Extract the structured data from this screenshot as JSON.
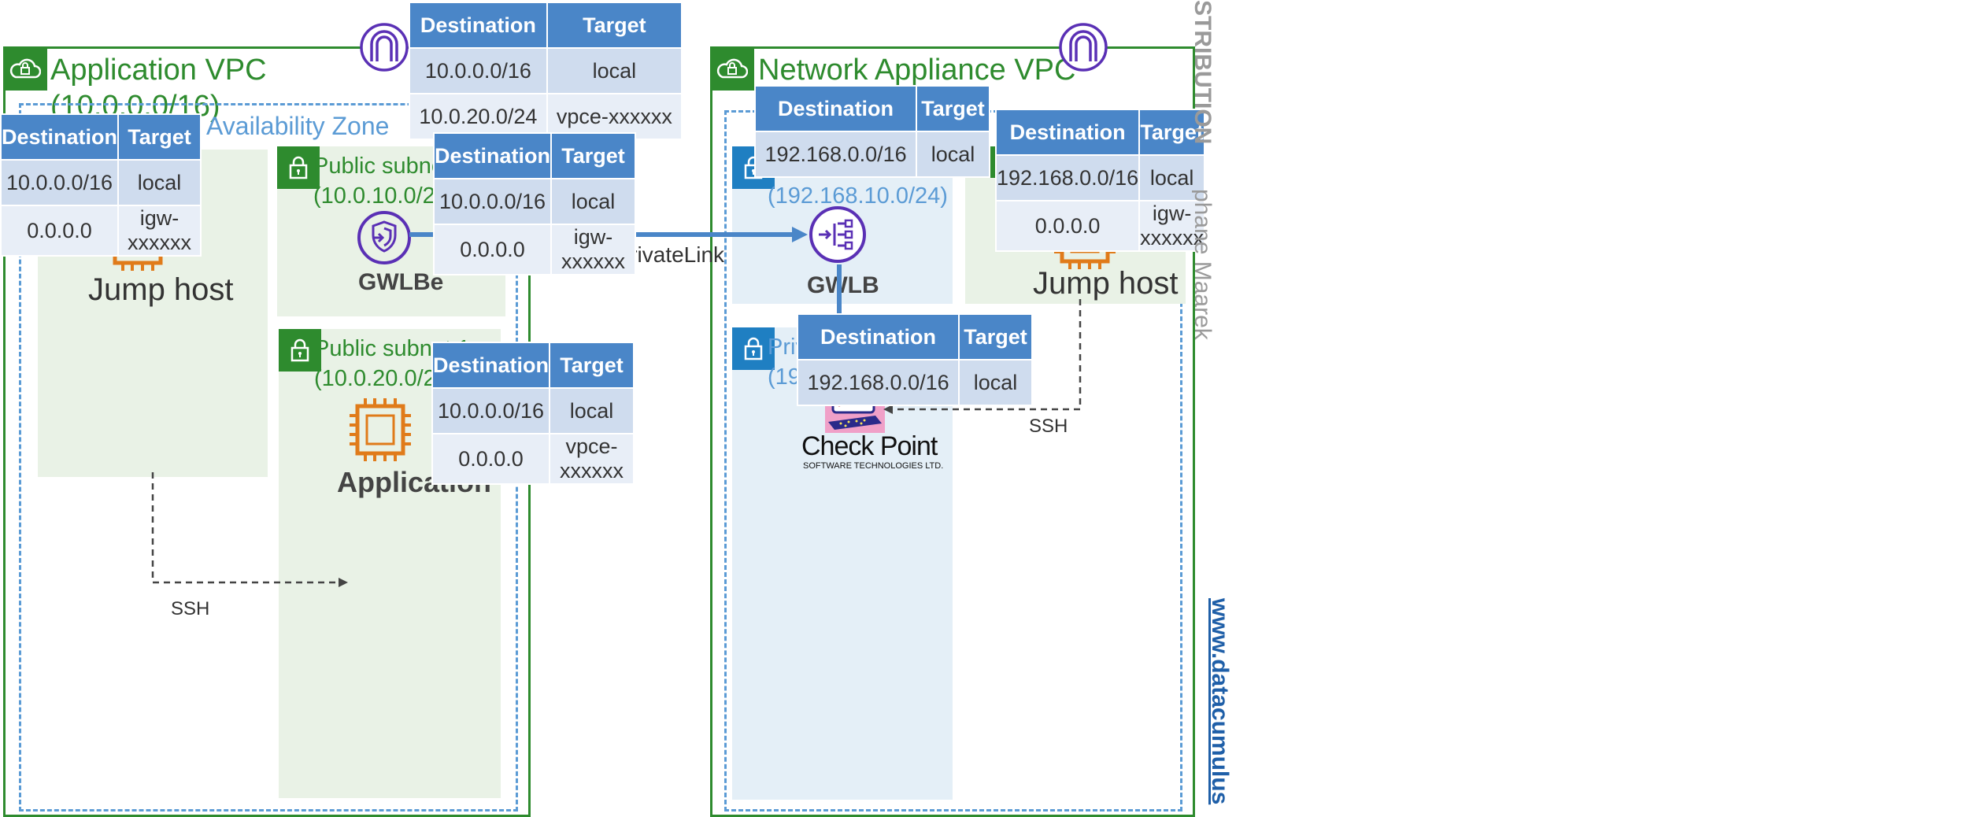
{
  "application_vpc": {
    "title": "Application VPC\n(10.0.0.0/16)",
    "az_label": "Availability Zone",
    "public_subnet_a": "Public subnet 1\n(10.0.10.0/24)",
    "public_subnet_b": "Public subnet 1\n(10.0.20.0/24)",
    "jump_host_label": "Jump host",
    "gwlbe_label": "GWLBe",
    "application_label": "Application",
    "ssh_label": "SSH"
  },
  "network_vpc": {
    "title": "Network Appliance VPC",
    "private_subnet_a": "Private subnet\n(192.168.10.0/24)",
    "private_subnet_b": "Priva\n(192",
    "gwlb_label": "GWLB",
    "jump_host_label": "Jump host",
    "ssh_label": "SSH",
    "checkpoint_name": "Check Point",
    "checkpoint_sub": "SOFTWARE TECHNOLOGIES LTD."
  },
  "connection_label": "AWS PrivateLink",
  "route_tables": {
    "headers": [
      "Destination",
      "Target"
    ],
    "app_vpc_top": [
      [
        "10.0.0.0/16",
        "local"
      ],
      [
        "10.0.20.0/24",
        "vpce-xxxxxx"
      ]
    ],
    "app_jump": [
      [
        "10.0.0.0/16",
        "local"
      ],
      [
        "0.0.0.0",
        "igw-xxxxxx"
      ]
    ],
    "app_gwlbe": [
      [
        "10.0.0.0/16",
        "local"
      ],
      [
        "0.0.0.0",
        "igw-xxxxxx"
      ]
    ],
    "app_application": [
      [
        "10.0.0.0/16",
        "local"
      ],
      [
        "0.0.0.0",
        "vpce-xxxxxx"
      ]
    ],
    "net_private": [
      [
        "192.168.0.0/16",
        "local"
      ]
    ],
    "net_jump": [
      [
        "192.168.0.0/16",
        "local"
      ],
      [
        "0.0.0.0",
        "igw-xxxxxx"
      ]
    ],
    "net_appliance": [
      [
        "192.168.0.0/16",
        "local"
      ]
    ]
  },
  "watermark": {
    "line1": "STRIBUTION",
    "line2": "phane Maarek",
    "line3": "www.datacumulus"
  },
  "colors": {
    "vpc_green": "#2e8b2e",
    "az_blue": "#5b9bd5",
    "table_header": "#4a86c8",
    "ec2_orange": "#e07b1a",
    "aws_purple": "#5a30b5",
    "arrow_blue": "#4a86c8"
  }
}
